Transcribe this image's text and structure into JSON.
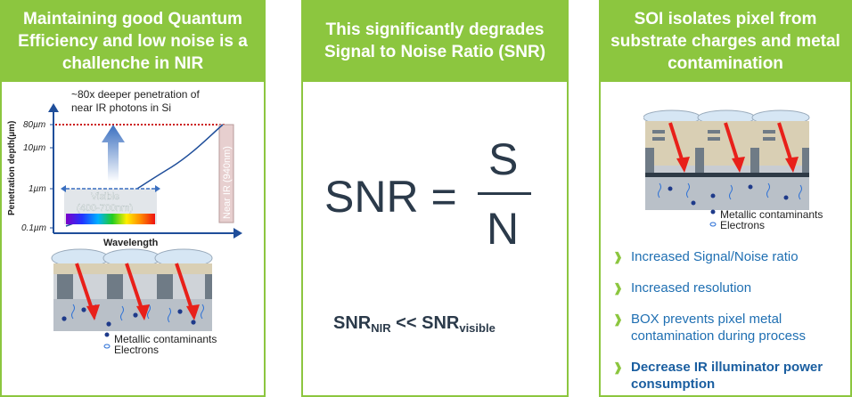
{
  "panels": {
    "left": {
      "title": "Maintaining good Quantum Efficiency  and low noise is a challenche in NIR",
      "chart": {
        "annotation": "~80x deeper penetration of near IR photons in Si",
        "y_axis_label": "Penetration depth(µm)",
        "x_axis_label": "Wavelength",
        "y_ticks": [
          "80µm",
          "10µm",
          "1µm",
          "0.1µm"
        ],
        "visible_label_1": "Visible",
        "visible_label_2": "(400-700nm)",
        "nir_label": "Near IR (940nm)"
      },
      "legend": {
        "contaminants": "Metallic contaminants",
        "electrons": "Electrons"
      }
    },
    "middle": {
      "title": "This significantly degrades Signal to Noise Ratio (SNR)",
      "formula_lhs": "SNR =",
      "formula_num": "S",
      "formula_den": "N",
      "relation_main_a": "SNR",
      "relation_sub_a": "NIR",
      "relation_op": " << ",
      "relation_main_b": "SNR",
      "relation_sub_b": "visible"
    },
    "right": {
      "title": "SOI isolates pixel from substrate charges and metal contamination",
      "legend": {
        "contaminants": "Metallic contaminants",
        "electrons": "Electrons"
      },
      "bullets": [
        "Increased Signal/Noise ratio",
        "Increased resolution",
        "BOX prevents pixel metal contamination during process",
        "Decrease IR illuminator power consumption"
      ],
      "bullet_marker": "❱"
    }
  },
  "colors": {
    "accent_green": "#8cc63f",
    "text_blue": "#1f6fb2",
    "dark_text": "#2b3a4a",
    "arrow_red": "#e8201a"
  }
}
